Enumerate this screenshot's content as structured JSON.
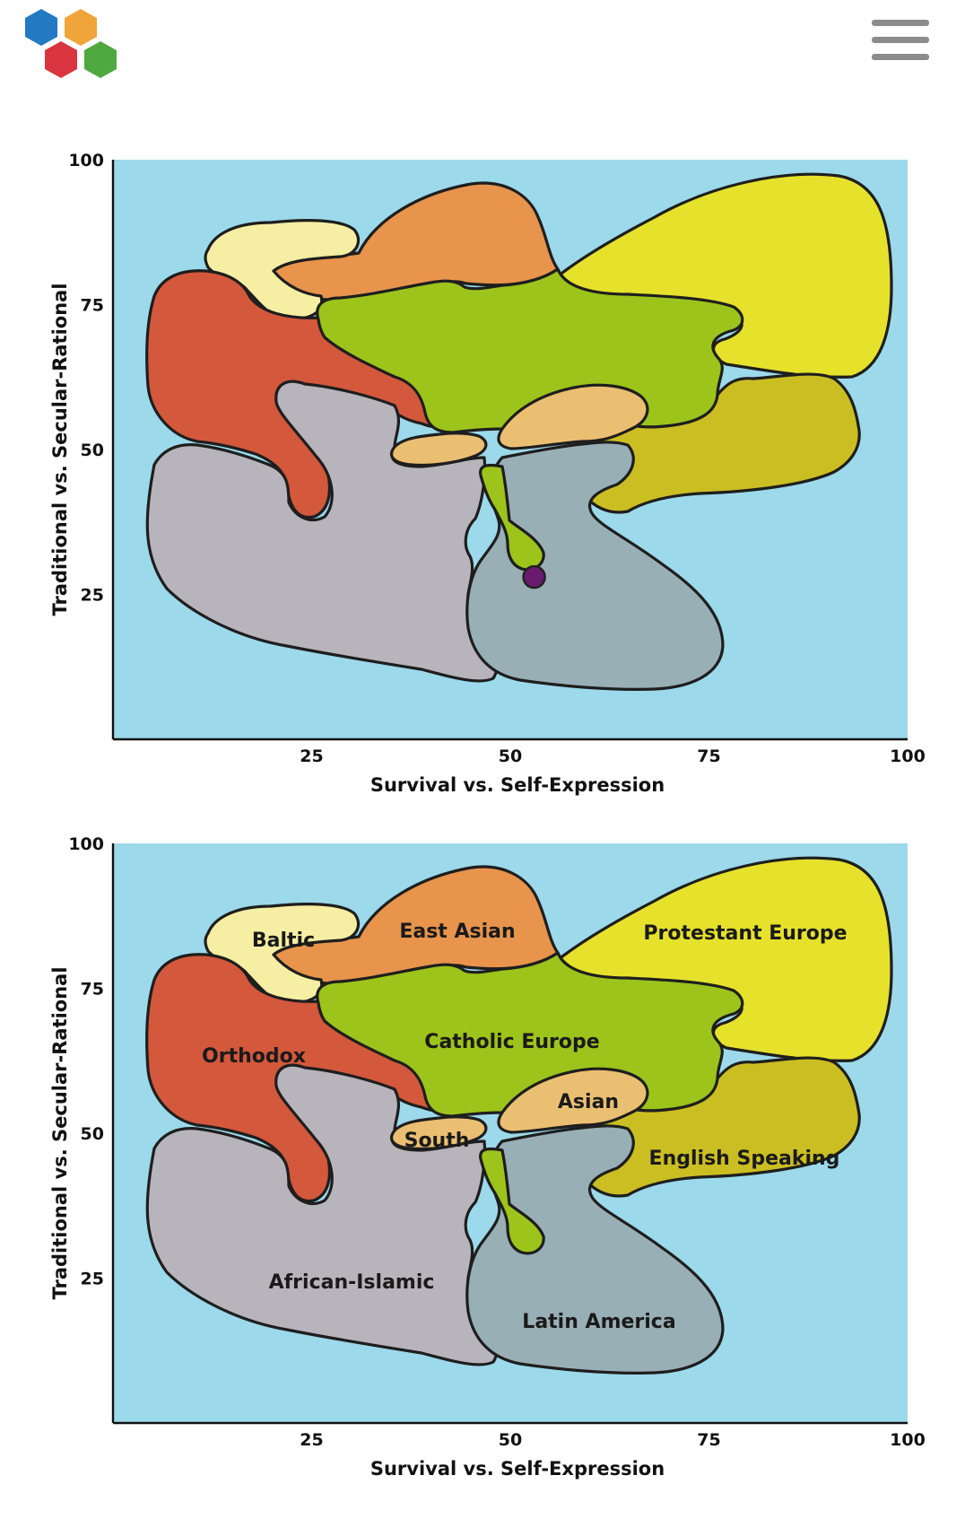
{
  "header": {
    "logo_icon": "hexagon-cluster-logo",
    "logo_colors": [
      "#2379c2",
      "#f0a53a",
      "#d9343f",
      "#4fa840"
    ],
    "menu_icon": "hamburger-menu-icon"
  },
  "colors": {
    "background": "#9cd9ea",
    "Protestant Europe": "#e6e22c",
    "East Asian": "#e8944c",
    "Baltic": "#f6eea2",
    "Orthodox": "#d3583c",
    "Catholic Europe": "#9dc41a",
    "English Speaking": "#cbbe22",
    "Asian": "#ebbf72",
    "South": "#ebbf72",
    "African-Islamic": "#b8b4bc",
    "Latin America": "#99afb6",
    "point": "#6a1a6e"
  },
  "chart_data": [
    {
      "type": "region-map",
      "xlabel": "Survival vs. Self-Expression",
      "ylabel": "Traditional vs. Secular-Rational",
      "xlim": [
        0,
        100
      ],
      "ylim": [
        0,
        100
      ],
      "xticks": [
        "25",
        "50",
        "75",
        "100"
      ],
      "yticks": [
        "25",
        "50",
        "75",
        "100"
      ],
      "labels_shown": false,
      "regions": [
        "Protestant Europe",
        "East Asian",
        "Baltic",
        "Orthodox",
        "Catholic Europe",
        "English Speaking",
        "Asian",
        "South",
        "African-Islamic",
        "Latin America"
      ],
      "point": {
        "x": 53,
        "y": 28
      }
    },
    {
      "type": "region-map",
      "xlabel": "Survival vs. Self-Expression",
      "ylabel": "Traditional vs. Secular-Rational",
      "xlim": [
        0,
        100
      ],
      "ylim": [
        0,
        100
      ],
      "xticks": [
        "25",
        "50",
        "75",
        "100"
      ],
      "yticks": [
        "25",
        "50",
        "75",
        "100"
      ],
      "labels_shown": true,
      "regions": [
        {
          "name": "Protestant Europe",
          "label": "Protestant Europe"
        },
        {
          "name": "East Asian",
          "label": "East Asian"
        },
        {
          "name": "Baltic",
          "label": "Baltic"
        },
        {
          "name": "Orthodox",
          "label": "Orthodox"
        },
        {
          "name": "Catholic Europe",
          "label": "Catholic Europe"
        },
        {
          "name": "English Speaking",
          "label": "English Speaking"
        },
        {
          "name": "Asian",
          "label": "Asian"
        },
        {
          "name": "South",
          "label": "South"
        },
        {
          "name": "African-Islamic",
          "label": "African-Islamic"
        },
        {
          "name": "Latin America",
          "label": "Latin America"
        }
      ]
    }
  ]
}
